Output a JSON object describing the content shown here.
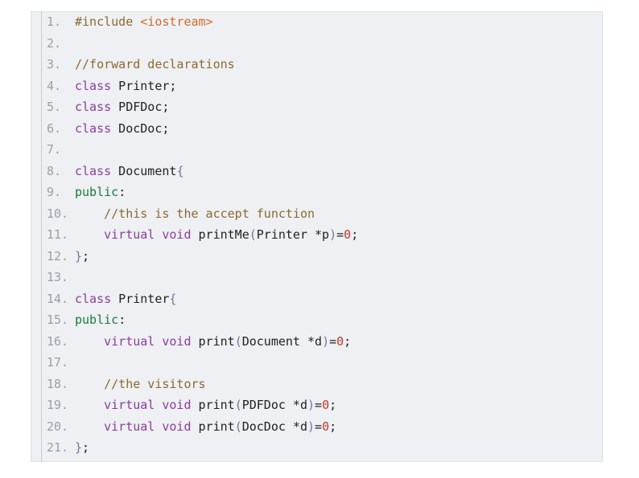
{
  "code": {
    "lines": [
      {
        "n": "1.",
        "tokens": [
          {
            "c": "inc",
            "t": "#include "
          },
          {
            "c": "hdr",
            "t": "<iostream>"
          }
        ]
      },
      {
        "n": "2.",
        "tokens": []
      },
      {
        "n": "3.",
        "tokens": [
          {
            "c": "cmt",
            "t": "//forward declarations"
          }
        ]
      },
      {
        "n": "4.",
        "tokens": [
          {
            "c": "kw",
            "t": "class"
          },
          {
            "c": "txt",
            "t": " Printer;"
          }
        ]
      },
      {
        "n": "5.",
        "tokens": [
          {
            "c": "kw",
            "t": "class"
          },
          {
            "c": "txt",
            "t": " PDFDoc;"
          }
        ]
      },
      {
        "n": "6.",
        "tokens": [
          {
            "c": "kw",
            "t": "class"
          },
          {
            "c": "txt",
            "t": " DocDoc;"
          }
        ]
      },
      {
        "n": "7.",
        "tokens": []
      },
      {
        "n": "8.",
        "tokens": [
          {
            "c": "kw",
            "t": "class"
          },
          {
            "c": "txt",
            "t": " Document"
          },
          {
            "c": "pun",
            "t": "{"
          }
        ]
      },
      {
        "n": "9.",
        "tokens": [
          {
            "c": "acc",
            "t": "public"
          },
          {
            "c": "txt",
            "t": ":"
          }
        ]
      },
      {
        "n": "10.",
        "tokens": [
          {
            "c": "txt",
            "t": "    "
          },
          {
            "c": "cmt",
            "t": "//this is the accept function"
          }
        ]
      },
      {
        "n": "11.",
        "tokens": [
          {
            "c": "txt",
            "t": "    "
          },
          {
            "c": "kw",
            "t": "virtual"
          },
          {
            "c": "txt",
            "t": " "
          },
          {
            "c": "kw",
            "t": "void"
          },
          {
            "c": "txt",
            "t": " printMe"
          },
          {
            "c": "pun",
            "t": "("
          },
          {
            "c": "txt",
            "t": "Printer *p"
          },
          {
            "c": "pun",
            "t": ")"
          },
          {
            "c": "txt",
            "t": "="
          },
          {
            "c": "num",
            "t": "0"
          },
          {
            "c": "txt",
            "t": ";"
          }
        ]
      },
      {
        "n": "12.",
        "tokens": [
          {
            "c": "pun",
            "t": "}"
          },
          {
            "c": "txt",
            "t": ";"
          }
        ]
      },
      {
        "n": "13.",
        "tokens": []
      },
      {
        "n": "14.",
        "tokens": [
          {
            "c": "kw",
            "t": "class"
          },
          {
            "c": "txt",
            "t": " Printer"
          },
          {
            "c": "pun",
            "t": "{"
          }
        ]
      },
      {
        "n": "15.",
        "tokens": [
          {
            "c": "acc",
            "t": "public"
          },
          {
            "c": "txt",
            "t": ":"
          }
        ]
      },
      {
        "n": "16.",
        "tokens": [
          {
            "c": "txt",
            "t": "    "
          },
          {
            "c": "kw",
            "t": "virtual"
          },
          {
            "c": "txt",
            "t": " "
          },
          {
            "c": "kw",
            "t": "void"
          },
          {
            "c": "txt",
            "t": " print"
          },
          {
            "c": "pun",
            "t": "("
          },
          {
            "c": "txt",
            "t": "Document *d"
          },
          {
            "c": "pun",
            "t": ")"
          },
          {
            "c": "txt",
            "t": "="
          },
          {
            "c": "num",
            "t": "0"
          },
          {
            "c": "txt",
            "t": ";"
          }
        ]
      },
      {
        "n": "17.",
        "tokens": []
      },
      {
        "n": "18.",
        "tokens": [
          {
            "c": "txt",
            "t": "    "
          },
          {
            "c": "cmt",
            "t": "//the visitors"
          }
        ]
      },
      {
        "n": "19.",
        "tokens": [
          {
            "c": "txt",
            "t": "    "
          },
          {
            "c": "kw",
            "t": "virtual"
          },
          {
            "c": "txt",
            "t": " "
          },
          {
            "c": "kw",
            "t": "void"
          },
          {
            "c": "txt",
            "t": " print"
          },
          {
            "c": "pun",
            "t": "("
          },
          {
            "c": "txt",
            "t": "PDFDoc *d"
          },
          {
            "c": "pun",
            "t": ")"
          },
          {
            "c": "txt",
            "t": "="
          },
          {
            "c": "num",
            "t": "0"
          },
          {
            "c": "txt",
            "t": ";"
          }
        ]
      },
      {
        "n": "20.",
        "tokens": [
          {
            "c": "txt",
            "t": "    "
          },
          {
            "c": "kw",
            "t": "virtual"
          },
          {
            "c": "txt",
            "t": " "
          },
          {
            "c": "kw",
            "t": "void"
          },
          {
            "c": "txt",
            "t": " print"
          },
          {
            "c": "pun",
            "t": "("
          },
          {
            "c": "txt",
            "t": "DocDoc *d"
          },
          {
            "c": "pun",
            "t": ")"
          },
          {
            "c": "txt",
            "t": "="
          },
          {
            "c": "num",
            "t": "0"
          },
          {
            "c": "txt",
            "t": ";"
          }
        ]
      },
      {
        "n": "21.",
        "tokens": [
          {
            "c": "pun",
            "t": "}"
          },
          {
            "c": "txt",
            "t": ";"
          }
        ]
      }
    ]
  },
  "colors": {
    "panel_background": "#eef0f3",
    "keyword": "#8a3d9c",
    "access_specifier": "#1b7a3a",
    "comment": "#8a6a2f",
    "header_name": "#d06a2a",
    "number": "#c0392b",
    "line_number": "#9aa0a6"
  }
}
